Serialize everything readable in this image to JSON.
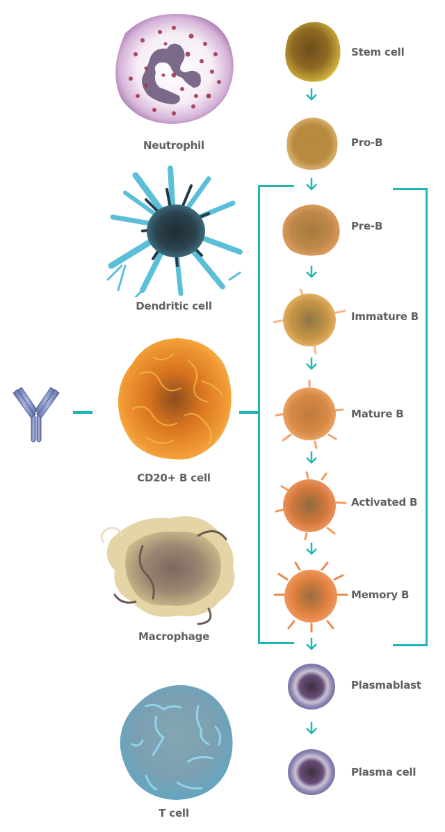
{
  "diagram": {
    "title": "",
    "accent_color": "#1fb5b5",
    "label_color": "#5f6061",
    "left_column": [
      {
        "id": "neutrophil",
        "label": "Neutrophil"
      },
      {
        "id": "dendritic",
        "label": "Dendritic cell"
      },
      {
        "id": "cd20-b-cell",
        "label": "CD20+ B cell"
      },
      {
        "id": "macrophage",
        "label": "Macrophage"
      },
      {
        "id": "t-cell",
        "label": "T cell"
      }
    ],
    "antibody": {
      "icon": "antibody-icon",
      "links_to": "CD20+ B cell"
    },
    "b_cell_lineage": [
      {
        "label": "Stem cell"
      },
      {
        "label": "Pro-B"
      },
      {
        "label": "Pre-B"
      },
      {
        "label": "Immature B"
      },
      {
        "label": "Mature B"
      },
      {
        "label": "Activated B"
      },
      {
        "label": "Memory B"
      },
      {
        "label": "Plasmablast"
      },
      {
        "label": "Plasma cell"
      }
    ],
    "bracket": {
      "spans_from": "Pre-B",
      "spans_to": "Memory B",
      "meaning": "CD20+ stages"
    }
  }
}
